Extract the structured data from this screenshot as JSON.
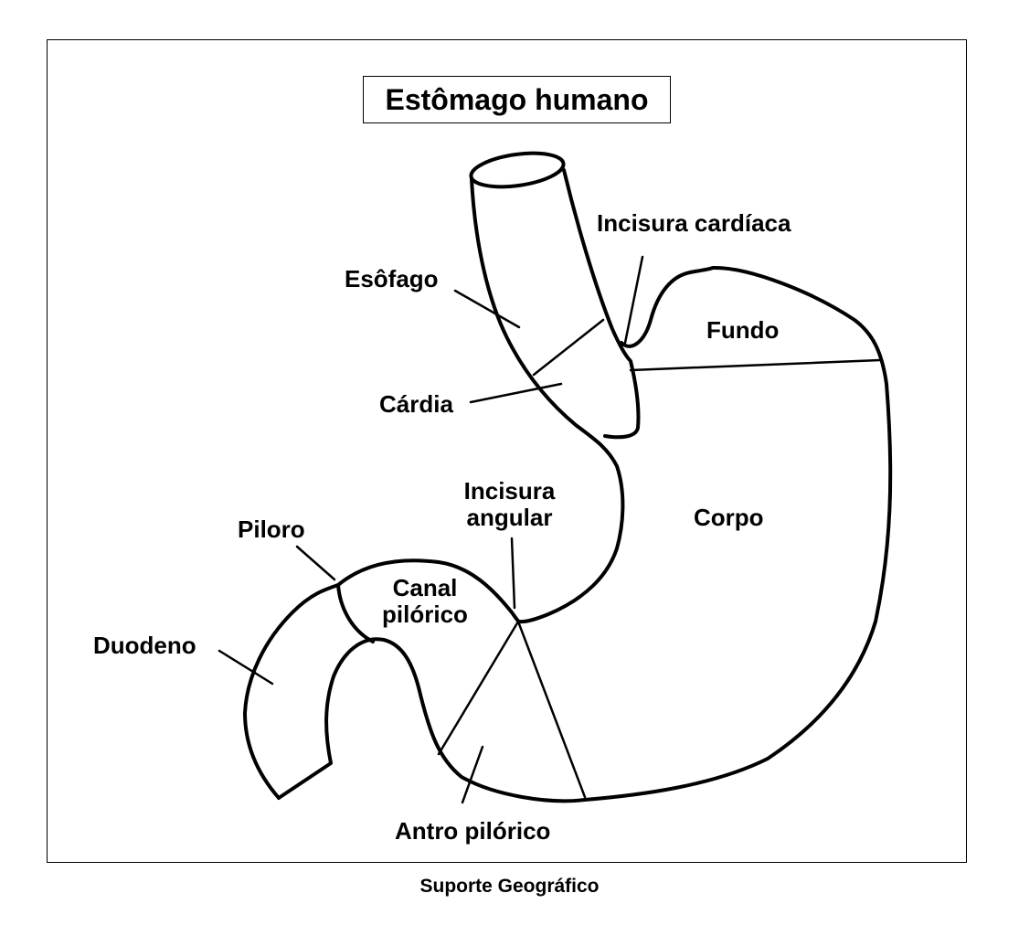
{
  "title": "Estômago humano",
  "caption": "Suporte Geográfico",
  "labels": {
    "esofago": "Esôfago",
    "incisura_cardiaca": "Incisura cardíaca",
    "fundo": "Fundo",
    "cardia": "Cárdia",
    "incisura_angular": [
      "Incisura",
      "angular"
    ],
    "corpo": "Corpo",
    "piloro": "Piloro",
    "canal_pilorico": [
      "Canal",
      "pilórico"
    ],
    "duodeno": "Duodeno",
    "antro_pilorico": "Antro pilórico"
  },
  "colors": {
    "stroke": "#000000",
    "background": "#ffffff"
  }
}
